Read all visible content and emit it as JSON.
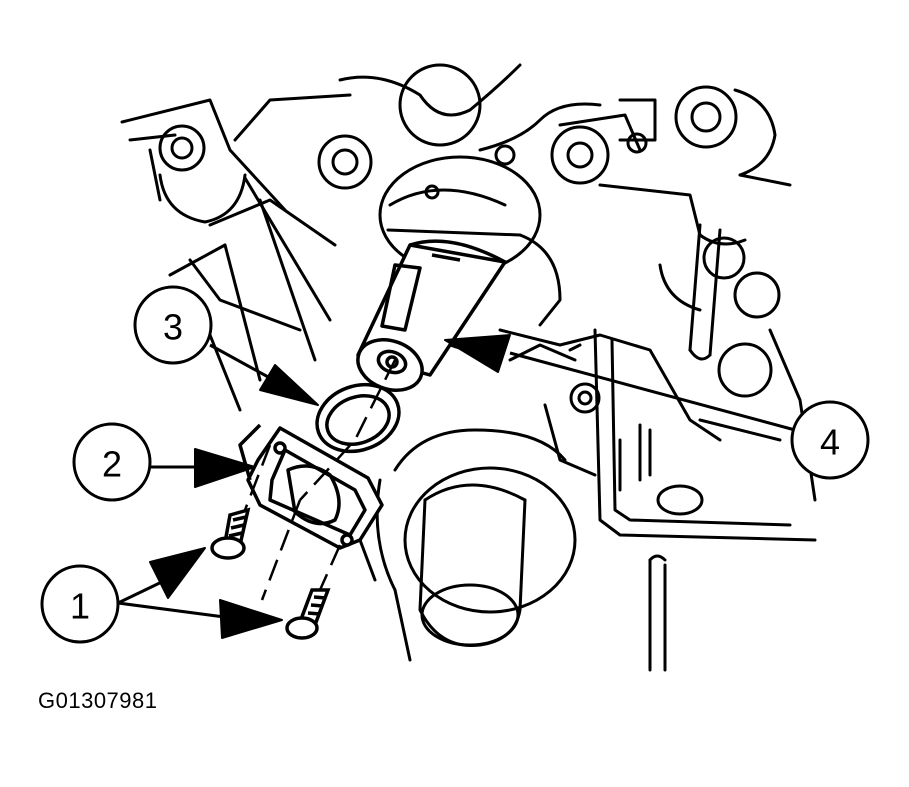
{
  "callouts": [
    {
      "number": "1"
    },
    {
      "number": "2"
    },
    {
      "number": "3"
    },
    {
      "number": "4"
    }
  ],
  "figure_code": "G01307981",
  "colors": {
    "line": "#000000",
    "background": "#ffffff"
  }
}
